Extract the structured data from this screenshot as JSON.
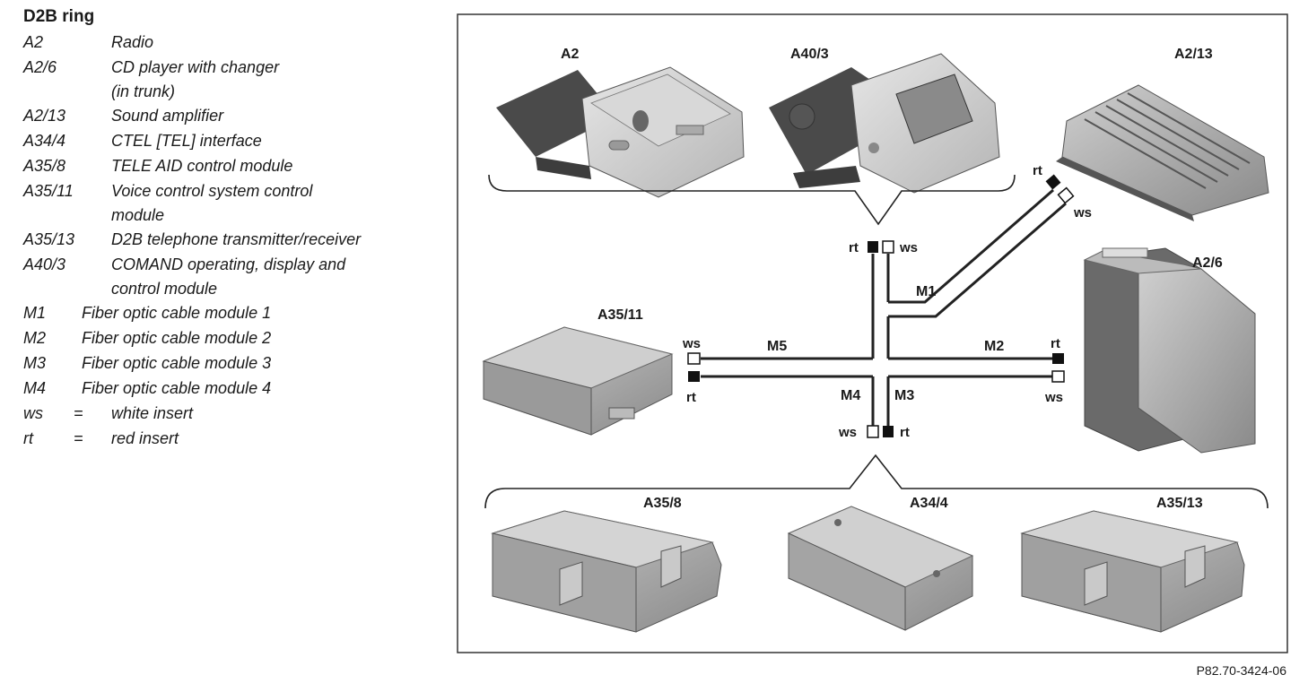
{
  "legend": {
    "title": "D2B ring",
    "entries": [
      {
        "code": "A2",
        "desc": "Radio"
      },
      {
        "code": "A2/6",
        "desc": "CD player with changer",
        "desc2": "(in trunk)"
      },
      {
        "code": "A2/13",
        "desc": "Sound amplifier"
      },
      {
        "code": "A34/4",
        "desc": "CTEL [TEL] interface"
      },
      {
        "code": "A35/8",
        "desc": "TELE AID control module"
      },
      {
        "code": "A35/11",
        "desc": "Voice control system control",
        "desc2": "module"
      },
      {
        "code": "A35/13",
        "desc": "D2B telephone transmitter/receiver"
      },
      {
        "code": "A40/3",
        "desc": "COMAND operating, display and",
        "desc2": "control module"
      },
      {
        "code": "M1",
        "desc": "Fiber optic cable module 1"
      },
      {
        "code": "M2",
        "desc": "Fiber optic cable module 2"
      },
      {
        "code": "M3",
        "desc": "Fiber optic cable module 3"
      },
      {
        "code": "M4",
        "desc": "Fiber optic cable module 4"
      },
      {
        "code": "ws",
        "eq": "=",
        "desc": "white insert"
      },
      {
        "code": "rt",
        "eq": "=",
        "desc": "red insert"
      }
    ]
  },
  "diagram": {
    "components": {
      "a2": "A2",
      "a40_3": "A40/3",
      "a2_13": "A2/13",
      "a2_6": "A2/6",
      "a35_11": "A35/11",
      "a35_8": "A35/8",
      "a34_4": "A34/4",
      "a35_13": "A35/13"
    },
    "cables": {
      "m1": "M1",
      "m2": "M2",
      "m3": "M3",
      "m4": "M4",
      "m5": "M5"
    },
    "inserts": {
      "white": "ws",
      "red": "rt"
    }
  },
  "figure_ref": "P82.70-3424-06"
}
